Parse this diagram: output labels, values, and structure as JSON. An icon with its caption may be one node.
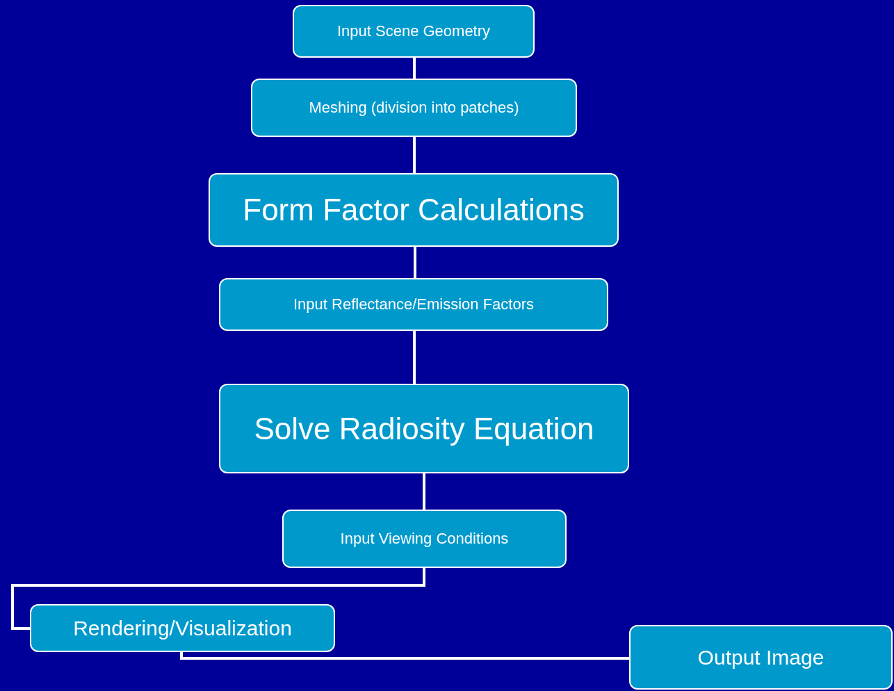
{
  "diagram": {
    "nodes": [
      {
        "text": [
          "Input Scene Geometry"
        ]
      },
      {
        "text": [
          "Meshing (division into patches)"
        ]
      },
      {
        "text": [
          "Form Factor Calculations"
        ]
      },
      {
        "text": [
          "Input Reflectance/Emission Factors"
        ]
      },
      {
        "text": [
          "Solve Radiosity Equation"
        ]
      },
      {
        "text": [
          "Input Viewing Conditions"
        ]
      },
      {
        "text": [
          "Rendering/Visualization"
        ]
      },
      {
        "text": [
          "Output Image"
        ]
      }
    ],
    "edges": [
      {
        "from": 0,
        "to": 1,
        "arrow": "none"
      },
      {
        "from": 1,
        "to": 2,
        "arrow": "none"
      },
      {
        "from": 2,
        "to": 3,
        "arrow": "none"
      },
      {
        "from": 3,
        "to": 4,
        "arrow": "none"
      },
      {
        "from": 4,
        "to": 5,
        "arrow": "none"
      },
      {
        "from": 5,
        "to": 6,
        "arrow": "none"
      },
      {
        "from": 6,
        "to": 7,
        "arrow": "none"
      }
    ]
  }
}
